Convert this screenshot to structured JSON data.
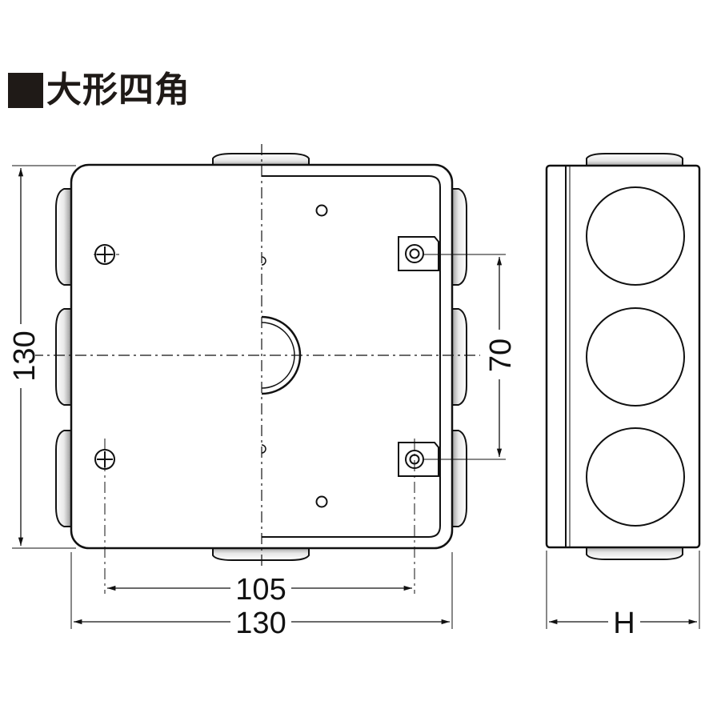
{
  "title": "大形四角",
  "dimensions": {
    "height_left": "130",
    "bolt_spacing_vertical": "70",
    "bolt_spacing_horizontal": "105",
    "width_bottom": "130",
    "side_height": "H"
  }
}
